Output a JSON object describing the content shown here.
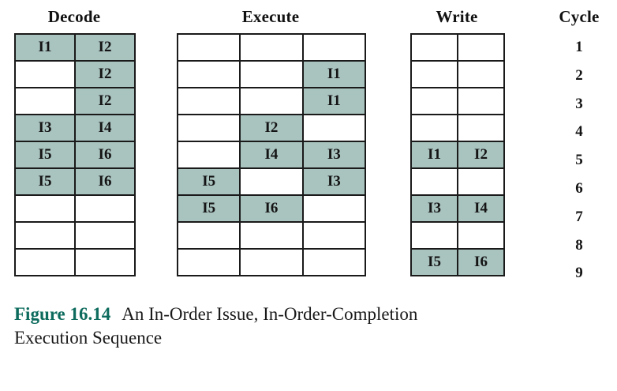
{
  "figure": {
    "label": "Figure 16.14",
    "caption_line1": "An In-Order Issue, In-Order-Completion",
    "caption_line2": "Execution Sequence",
    "label_color": "#0d6b5d",
    "fill_color": "#a9c3bf",
    "border_color": "#1a1a1a"
  },
  "stages": [
    {
      "name": "decode",
      "title": "Decode",
      "columns": 2,
      "rows": [
        [
          "I1",
          "I2"
        ],
        [
          "",
          "I2"
        ],
        [
          "",
          "I2"
        ],
        [
          "I3",
          "I4"
        ],
        [
          "I5",
          "I6"
        ],
        [
          "I5",
          "I6"
        ],
        [
          "",
          ""
        ],
        [
          "",
          ""
        ],
        [
          "",
          ""
        ]
      ]
    },
    {
      "name": "execute",
      "title": "Execute",
      "columns": 3,
      "rows": [
        [
          "",
          "",
          ""
        ],
        [
          "",
          "",
          "I1"
        ],
        [
          "",
          "",
          "I1"
        ],
        [
          "",
          "I2",
          ""
        ],
        [
          "",
          "I4",
          "I3"
        ],
        [
          "I5",
          "",
          "I3"
        ],
        [
          "I5",
          "I6",
          ""
        ],
        [
          "",
          "",
          ""
        ],
        [
          "",
          "",
          ""
        ]
      ]
    },
    {
      "name": "write",
      "title": "Write",
      "columns": 2,
      "rows": [
        [
          "",
          ""
        ],
        [
          "",
          ""
        ],
        [
          "",
          ""
        ],
        [
          "",
          ""
        ],
        [
          "I1",
          "I2"
        ],
        [
          "",
          ""
        ],
        [
          "I3",
          "I4"
        ],
        [
          "",
          ""
        ],
        [
          "I5",
          "I6"
        ]
      ]
    }
  ],
  "cycle": {
    "title": "Cycle",
    "values": [
      "1",
      "2",
      "3",
      "4",
      "5",
      "6",
      "7",
      "8",
      "9"
    ]
  }
}
